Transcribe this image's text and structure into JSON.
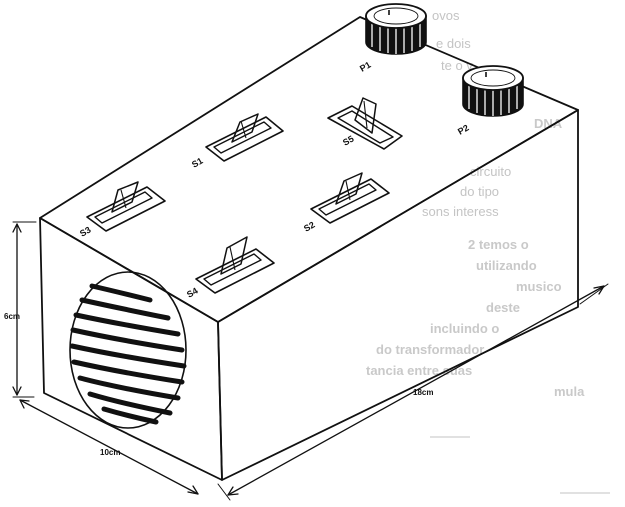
{
  "background_text": [
    {
      "text": "ovos"
    },
    {
      "text": "e dois"
    },
    {
      "text": "te o v"
    },
    {
      "text": "DNA"
    },
    {
      "text": "circuito"
    },
    {
      "text": "do tipo"
    },
    {
      "text": "sons interess"
    },
    {
      "text": "2 temos o"
    },
    {
      "text": "utilizando"
    },
    {
      "text": "musico"
    },
    {
      "text": "deste"
    },
    {
      "text": "incluindo o"
    },
    {
      "text": "do transformador"
    },
    {
      "text": "tancia entre suas"
    },
    {
      "text": "mula"
    }
  ],
  "knobs": [
    {
      "label": "P1"
    },
    {
      "label": "P2"
    }
  ],
  "switches": [
    {
      "label": "S1"
    },
    {
      "label": "S5"
    },
    {
      "label": "S3"
    },
    {
      "label": "S2"
    },
    {
      "label": "S4"
    }
  ],
  "dimensions": {
    "height": "6cm",
    "width": "10cm",
    "length": "18cm"
  },
  "colors": {
    "line": "#111111",
    "background": "#ffffff",
    "knob": "#111111",
    "faint_text": "#c4c4c4"
  }
}
